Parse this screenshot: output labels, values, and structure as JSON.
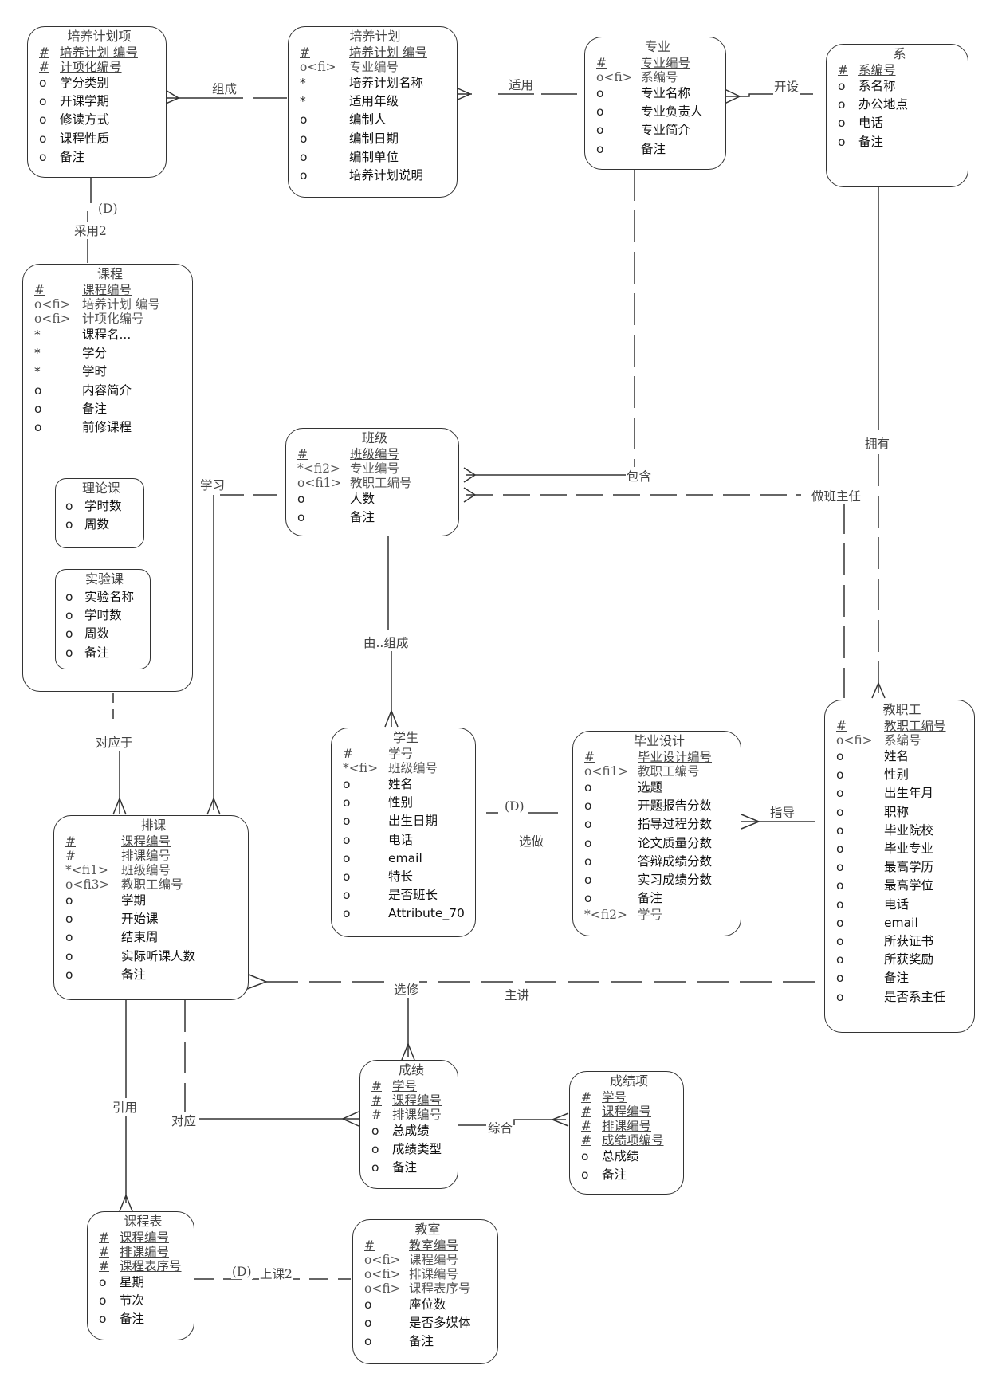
{
  "entities": {
    "peiyang_item": {
      "title": "培养计划项",
      "attrs": [
        {
          "mark": "#",
          "name": "培养计划 编号",
          "kind": "key"
        },
        {
          "mark": "#",
          "name": "计项化编号",
          "kind": "key"
        },
        {
          "mark": "o",
          "name": "学分类别",
          "kind": "plain"
        },
        {
          "mark": "o",
          "name": "开课学期",
          "kind": "plain"
        },
        {
          "mark": "o",
          "name": "修读方式",
          "kind": "plain"
        },
        {
          "mark": "o",
          "name": "课程性质",
          "kind": "plain"
        },
        {
          "mark": "o",
          "name": "备注",
          "kind": "plain"
        }
      ]
    },
    "peiyang_plan": {
      "title": "培养计划",
      "attrs": [
        {
          "mark": "#",
          "name": "培养计划 编号",
          "kind": "key"
        },
        {
          "mark": "o<fi>",
          "name": "专业编号",
          "kind": "fk"
        },
        {
          "mark": "*",
          "name": "培养计划名称",
          "kind": "plain"
        },
        {
          "mark": "*",
          "name": "适用年级",
          "kind": "plain"
        },
        {
          "mark": "o",
          "name": "编制人",
          "kind": "plain"
        },
        {
          "mark": "o",
          "name": "编制日期",
          "kind": "plain"
        },
        {
          "mark": "o",
          "name": "编制单位",
          "kind": "plain"
        },
        {
          "mark": "o",
          "name": "培养计划说明",
          "kind": "plain"
        }
      ]
    },
    "major": {
      "title": "专业",
      "attrs": [
        {
          "mark": "#",
          "name": "专业编号",
          "kind": "key"
        },
        {
          "mark": "o<fi>",
          "name": "系编号",
          "kind": "fk"
        },
        {
          "mark": "o",
          "name": "专业名称",
          "kind": "plain"
        },
        {
          "mark": "o",
          "name": "专业负责人",
          "kind": "plain"
        },
        {
          "mark": "o",
          "name": "专业简介",
          "kind": "plain"
        },
        {
          "mark": "o",
          "name": "备注",
          "kind": "plain"
        }
      ]
    },
    "department": {
      "title": "系",
      "attrs": [
        {
          "mark": "#",
          "name": "系编号",
          "kind": "key"
        },
        {
          "mark": "o",
          "name": "系名称",
          "kind": "plain"
        },
        {
          "mark": "o",
          "name": "办公地点",
          "kind": "plain"
        },
        {
          "mark": "o",
          "name": "电话",
          "kind": "plain"
        },
        {
          "mark": "o",
          "name": "备注",
          "kind": "plain"
        }
      ]
    },
    "course": {
      "title": "课程",
      "attrs": [
        {
          "mark": "#",
          "name": "课程编号",
          "kind": "key"
        },
        {
          "mark": "o<fi>",
          "name": "培养计划 编号",
          "kind": "fk"
        },
        {
          "mark": "o<fi>",
          "name": "计项化编号",
          "kind": "fk"
        },
        {
          "mark": "*",
          "name": "课程名...",
          "kind": "plain"
        },
        {
          "mark": "*",
          "name": "学分",
          "kind": "plain"
        },
        {
          "mark": "*",
          "name": "学时",
          "kind": "plain"
        },
        {
          "mark": "o",
          "name": "内容简介",
          "kind": "plain"
        },
        {
          "mark": "o",
          "name": "备注",
          "kind": "plain"
        },
        {
          "mark": "o",
          "name": "前修课程",
          "kind": "plain"
        }
      ],
      "subtypes": [
        {
          "title": "理论课",
          "attrs": [
            {
              "mark": "o",
              "name": "学时数",
              "kind": "plain"
            },
            {
              "mark": "o",
              "name": "周数",
              "kind": "plain"
            }
          ]
        },
        {
          "title": "实验课",
          "attrs": [
            {
              "mark": "o",
              "name": "实验名称",
              "kind": "plain"
            },
            {
              "mark": "o",
              "name": "学时数",
              "kind": "plain"
            },
            {
              "mark": "o",
              "name": "周数",
              "kind": "plain"
            },
            {
              "mark": "o",
              "name": "备注",
              "kind": "plain"
            }
          ]
        }
      ]
    },
    "class": {
      "title": "班级",
      "attrs": [
        {
          "mark": "#",
          "name": "班级编号",
          "kind": "key"
        },
        {
          "mark": "*<fi2>",
          "name": "专业编号",
          "kind": "fk"
        },
        {
          "mark": "o<fi1>",
          "name": "教职工编号",
          "kind": "fk"
        },
        {
          "mark": "o",
          "name": "人数",
          "kind": "plain"
        },
        {
          "mark": "o",
          "name": "备注",
          "kind": "plain"
        }
      ]
    },
    "student": {
      "title": "学生",
      "attrs": [
        {
          "mark": "#",
          "name": "学号",
          "kind": "key"
        },
        {
          "mark": "*<fi>",
          "name": "班级编号",
          "kind": "fk"
        },
        {
          "mark": "o",
          "name": "姓名",
          "kind": "plain"
        },
        {
          "mark": "o",
          "name": "性别",
          "kind": "plain"
        },
        {
          "mark": "o",
          "name": "出生日期",
          "kind": "plain"
        },
        {
          "mark": "o",
          "name": "电话",
          "kind": "plain"
        },
        {
          "mark": "o",
          "name": "email",
          "kind": "plain"
        },
        {
          "mark": "o",
          "name": "特长",
          "kind": "plain"
        },
        {
          "mark": "o",
          "name": "是否班长",
          "kind": "plain"
        },
        {
          "mark": "o",
          "name": "Attribute_70",
          "kind": "plain"
        }
      ]
    },
    "thesis": {
      "title": "毕业设计",
      "attrs": [
        {
          "mark": "#",
          "name": "毕业设计编号",
          "kind": "key"
        },
        {
          "mark": "o<fi1>",
          "name": "教职工编号",
          "kind": "fk"
        },
        {
          "mark": "o",
          "name": "选题",
          "kind": "plain"
        },
        {
          "mark": "o",
          "name": "开题报告分数",
          "kind": "plain"
        },
        {
          "mark": "o",
          "name": "指导过程分数",
          "kind": "plain"
        },
        {
          "mark": "o",
          "name": "论文质量分数",
          "kind": "plain"
        },
        {
          "mark": "o",
          "name": "答辩成绩分数",
          "kind": "plain"
        },
        {
          "mark": "o",
          "name": "实习成绩分数",
          "kind": "plain"
        },
        {
          "mark": "o",
          "name": "备注",
          "kind": "plain"
        },
        {
          "mark": "*<fi2>",
          "name": "学号",
          "kind": "fk"
        }
      ]
    },
    "staff": {
      "title": "教职工",
      "attrs": [
        {
          "mark": "#",
          "name": "教职工编号",
          "kind": "key"
        },
        {
          "mark": "o<fi>",
          "name": "系编号",
          "kind": "fk"
        },
        {
          "mark": "o",
          "name": "姓名",
          "kind": "plain"
        },
        {
          "mark": "o",
          "name": "性别",
          "kind": "plain"
        },
        {
          "mark": "o",
          "name": "出生年月",
          "kind": "plain"
        },
        {
          "mark": "o",
          "name": "职称",
          "kind": "plain"
        },
        {
          "mark": "o",
          "name": "毕业院校",
          "kind": "plain"
        },
        {
          "mark": "o",
          "name": "毕业专业",
          "kind": "plain"
        },
        {
          "mark": "o",
          "name": "最高学历",
          "kind": "plain"
        },
        {
          "mark": "o",
          "name": "最高学位",
          "kind": "plain"
        },
        {
          "mark": "o",
          "name": "电话",
          "kind": "plain"
        },
        {
          "mark": "o",
          "name": "email",
          "kind": "plain"
        },
        {
          "mark": "o",
          "name": "所获证书",
          "kind": "plain"
        },
        {
          "mark": "o",
          "name": "所获奖励",
          "kind": "plain"
        },
        {
          "mark": "o",
          "name": "备注",
          "kind": "plain"
        },
        {
          "mark": "o",
          "name": "是否系主任",
          "kind": "plain"
        }
      ]
    },
    "schedule": {
      "title": "排课",
      "attrs": [
        {
          "mark": "#",
          "name": "课程编号",
          "kind": "key"
        },
        {
          "mark": "#",
          "name": "排课编号",
          "kind": "key"
        },
        {
          "mark": "*<fi1>",
          "name": "班级编号",
          "kind": "fk"
        },
        {
          "mark": "o<fi3>",
          "name": "教职工编号",
          "kind": "fk"
        },
        {
          "mark": "o",
          "name": "学期",
          "kind": "plain"
        },
        {
          "mark": "o",
          "name": "开始课",
          "kind": "plain"
        },
        {
          "mark": "o",
          "name": "结束周",
          "kind": "plain"
        },
        {
          "mark": "o",
          "name": "实际听课人数",
          "kind": "plain"
        },
        {
          "mark": "o",
          "name": "备注",
          "kind": "plain"
        }
      ]
    },
    "grade": {
      "title": "成绩",
      "attrs": [
        {
          "mark": "#",
          "name": "学号",
          "kind": "key"
        },
        {
          "mark": "#",
          "name": "课程编号",
          "kind": "key"
        },
        {
          "mark": "#",
          "name": "排课编号",
          "kind": "key"
        },
        {
          "mark": "o",
          "name": "总成绩",
          "kind": "plain"
        },
        {
          "mark": "o",
          "name": "成绩类型",
          "kind": "plain"
        },
        {
          "mark": "o",
          "name": "备注",
          "kind": "plain"
        }
      ]
    },
    "grade_item": {
      "title": "成绩项",
      "attrs": [
        {
          "mark": "#",
          "name": "学号",
          "kind": "key"
        },
        {
          "mark": "#",
          "name": "课程编号",
          "kind": "key"
        },
        {
          "mark": "#",
          "name": "排课编号",
          "kind": "key"
        },
        {
          "mark": "#",
          "name": "成绩项编号",
          "kind": "key"
        },
        {
          "mark": "o",
          "name": "总成绩",
          "kind": "plain"
        },
        {
          "mark": "o",
          "name": "备注",
          "kind": "plain"
        }
      ]
    },
    "timetable": {
      "title": "课程表",
      "attrs": [
        {
          "mark": "#",
          "name": "课程编号",
          "kind": "key"
        },
        {
          "mark": "#",
          "name": "排课编号",
          "kind": "key"
        },
        {
          "mark": "#",
          "name": "课程表序号",
          "kind": "key"
        },
        {
          "mark": "o",
          "name": "星期",
          "kind": "plain"
        },
        {
          "mark": "o",
          "name": "节次",
          "kind": "plain"
        },
        {
          "mark": "o",
          "name": "备注",
          "kind": "plain"
        }
      ]
    },
    "classroom": {
      "title": "教室",
      "attrs": [
        {
          "mark": "#",
          "name": "教室编号",
          "kind": "key"
        },
        {
          "mark": "o<fi>",
          "name": "课程编号",
          "kind": "fk"
        },
        {
          "mark": "o<fi>",
          "name": "排课编号",
          "kind": "fk"
        },
        {
          "mark": "o<fi>",
          "name": "课程表序号",
          "kind": "fk"
        },
        {
          "mark": "o",
          "name": "座位数",
          "kind": "plain"
        },
        {
          "mark": "o",
          "name": "是否多媒体",
          "kind": "plain"
        },
        {
          "mark": "o",
          "name": "备注",
          "kind": "plain"
        }
      ]
    }
  },
  "relationships": [
    {
      "id": "zucheng",
      "label": "组成",
      "from": "培养计划项",
      "to": "培养计划"
    },
    {
      "id": "shiyong",
      "label": "适用",
      "from": "培养计划",
      "to": "专业"
    },
    {
      "id": "kaishe",
      "label": "开设",
      "from": "专业",
      "to": "系"
    },
    {
      "id": "caiyong2",
      "label": "采用2",
      "qualifier": "(D)",
      "from": "培养计划项",
      "to": "课程"
    },
    {
      "id": "baohan",
      "label": "包含",
      "from": "专业",
      "to": "班级"
    },
    {
      "id": "zuobanzhuren",
      "label": "做班主任",
      "from": "教职工",
      "to": "班级"
    },
    {
      "id": "yongyou",
      "label": "拥有",
      "from": "系",
      "to": "教职工"
    },
    {
      "id": "xuexi",
      "label": "学习",
      "from": "班级",
      "to": "排课"
    },
    {
      "id": "youzucheng",
      "label": "由..组成",
      "from": "班级",
      "to": "学生"
    },
    {
      "id": "duiyingyu",
      "label": "对应于",
      "from": "课程",
      "to": "排课"
    },
    {
      "id": "xuanzuo",
      "label": "选做",
      "qualifier": "(D)",
      "from": "学生",
      "to": "毕业设计"
    },
    {
      "id": "zhidao",
      "label": "指导",
      "from": "教职工",
      "to": "毕业设计"
    },
    {
      "id": "xuanxiu",
      "label": "选修",
      "from": "学生",
      "to": "成绩"
    },
    {
      "id": "zhujiang",
      "label": "主讲",
      "from": "教职工",
      "to": "排课"
    },
    {
      "id": "yinyong",
      "label": "引用",
      "from": "排课",
      "to": "课程表"
    },
    {
      "id": "duiying",
      "label": "对应",
      "from": "排课",
      "to": "成绩"
    },
    {
      "id": "zonghe",
      "label": "综合",
      "from": "成绩",
      "to": "成绩项"
    },
    {
      "id": "shangke2",
      "label": "上课2",
      "qualifier": "(D)",
      "from": "课程表",
      "to": "教室"
    }
  ]
}
